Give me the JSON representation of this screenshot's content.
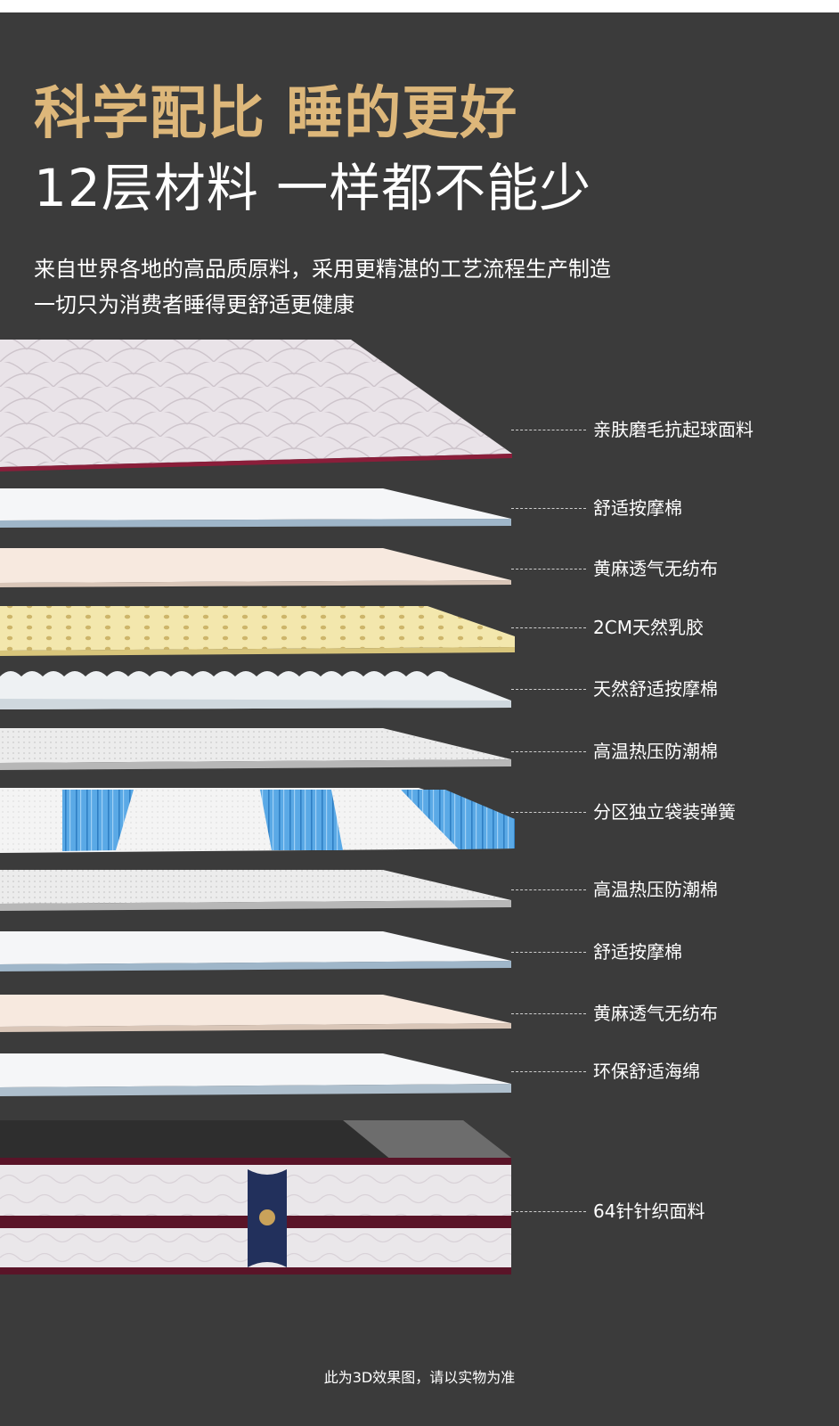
{
  "header": {
    "title_line1": "科学配比 睡的更好",
    "title_line2": "12层材料 一样都不能少"
  },
  "description": {
    "line1": "来自世界各地的高品质原料，采用更精湛的工艺流程生产制造",
    "line2": "一切只为消费者睡得更舒适更健康"
  },
  "layers": [
    {
      "label": "亲肤磨毛抗起球面料"
    },
    {
      "label": "舒适按摩棉"
    },
    {
      "label": "黄麻透气无纺布"
    },
    {
      "label": "2CM天然乳胶"
    },
    {
      "label": "天然舒适按摩棉"
    },
    {
      "label": "高温热压防潮棉"
    },
    {
      "label": "分区独立袋装弹簧"
    },
    {
      "label": "高温热压防潮棉"
    },
    {
      "label": "舒适按摩棉"
    },
    {
      "label": "黄麻透气无纺布"
    },
    {
      "label": "环保舒适海绵"
    },
    {
      "label": "64针针织面料"
    }
  ],
  "footer": {
    "note": "此为3D效果图，请以实物为准"
  },
  "colors": {
    "background": "#3b3b3b",
    "title_gold": "#ddb77a",
    "text": "#ffffff",
    "latex": "#f1e4a6",
    "spring_blue": "#5aa9e6",
    "mattress_border": "#5a1428"
  }
}
